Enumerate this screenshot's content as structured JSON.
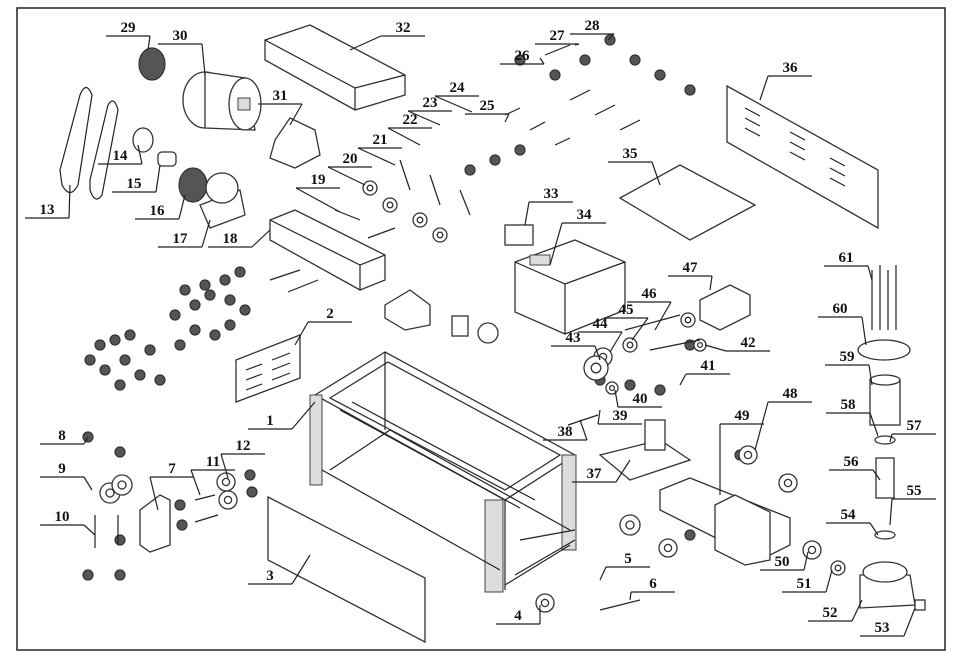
{
  "diagram": {
    "type": "exploded parts diagram",
    "part_labels": [
      "1",
      "2",
      "3",
      "4",
      "5",
      "6",
      "7",
      "8",
      "9",
      "10",
      "11",
      "12",
      "13",
      "14",
      "15",
      "16",
      "17",
      "18",
      "19",
      "20",
      "21",
      "22",
      "23",
      "24",
      "25",
      "26",
      "27",
      "28",
      "29",
      "30",
      "31",
      "32",
      "33",
      "34",
      "35",
      "36",
      "37",
      "38",
      "39",
      "40",
      "41",
      "42",
      "43",
      "44",
      "45",
      "46",
      "47",
      "48",
      "49",
      "50",
      "51",
      "52",
      "53",
      "54",
      "55",
      "56",
      "57",
      "58",
      "59",
      "60",
      "61"
    ]
  }
}
